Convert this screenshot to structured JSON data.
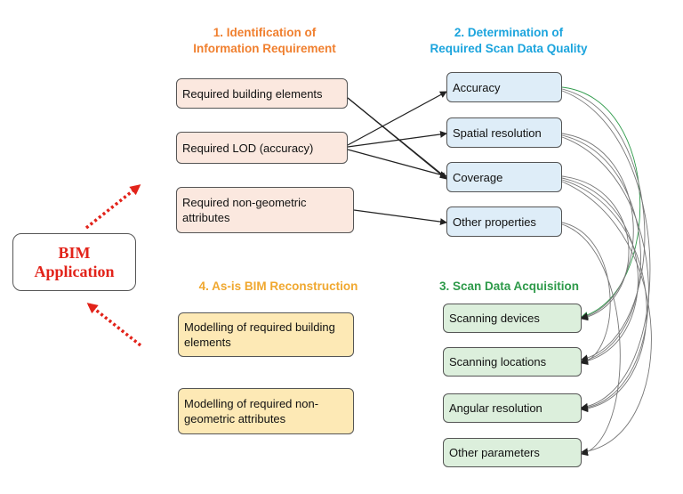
{
  "titles": {
    "step1": {
      "line1": "1. Identification of",
      "line2": "Information Requirement",
      "color": "#f07f2e"
    },
    "step2": {
      "line1": "2. Determination of",
      "line2": "Required Scan Data Quality",
      "color": "#1ba4dd"
    },
    "step3": {
      "text": "3. Scan Data Acquisition",
      "color": "#2e9a4a"
    },
    "step4": {
      "text": "4. As-is BIM Reconstruction",
      "color": "#f0a830"
    }
  },
  "bim": {
    "line1": "BIM",
    "line2": "Application"
  },
  "requirements": [
    "Required building elements",
    "Required LOD (accuracy)",
    "Required non-geometric attributes"
  ],
  "quality": [
    "Accuracy",
    "Spatial resolution",
    "Coverage",
    "Other properties"
  ],
  "acquisition": [
    "Scanning devices",
    "Scanning locations",
    "Angular resolution",
    "Other parameters"
  ],
  "reconstruction": [
    "Modelling of required building elements",
    "Modelling of required non-geometric attributes"
  ],
  "colors": {
    "pink": "#fbe8df",
    "blue": "#deedf8",
    "green": "#dcefdc",
    "yellow": "#fde9b5",
    "red_arrow": "#e2231a",
    "green_arrow": "#2e9a4a"
  }
}
